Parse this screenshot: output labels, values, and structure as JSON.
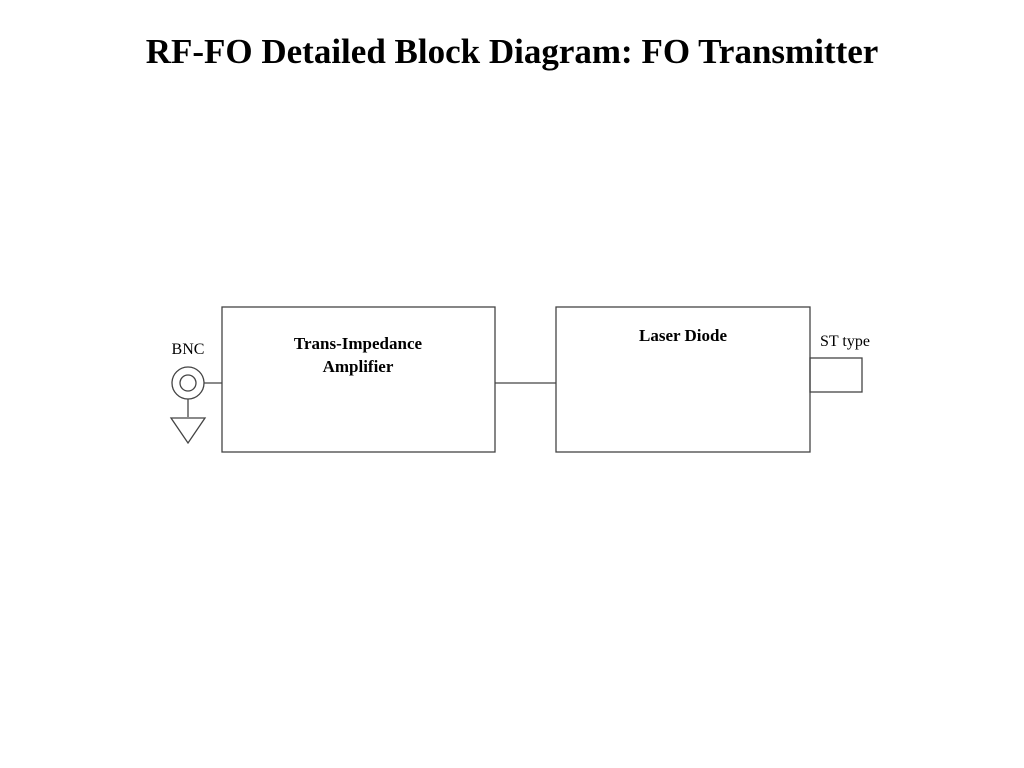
{
  "title": "RF-FO Detailed Block Diagram: FO Transmitter",
  "blocks": {
    "amplifier": {
      "line1": "Trans-Impedance",
      "line2": "Amplifier"
    },
    "laser": {
      "label": "Laser Diode"
    }
  },
  "connectors": {
    "input": {
      "label": "BNC"
    },
    "output": {
      "label": "ST type"
    }
  }
}
